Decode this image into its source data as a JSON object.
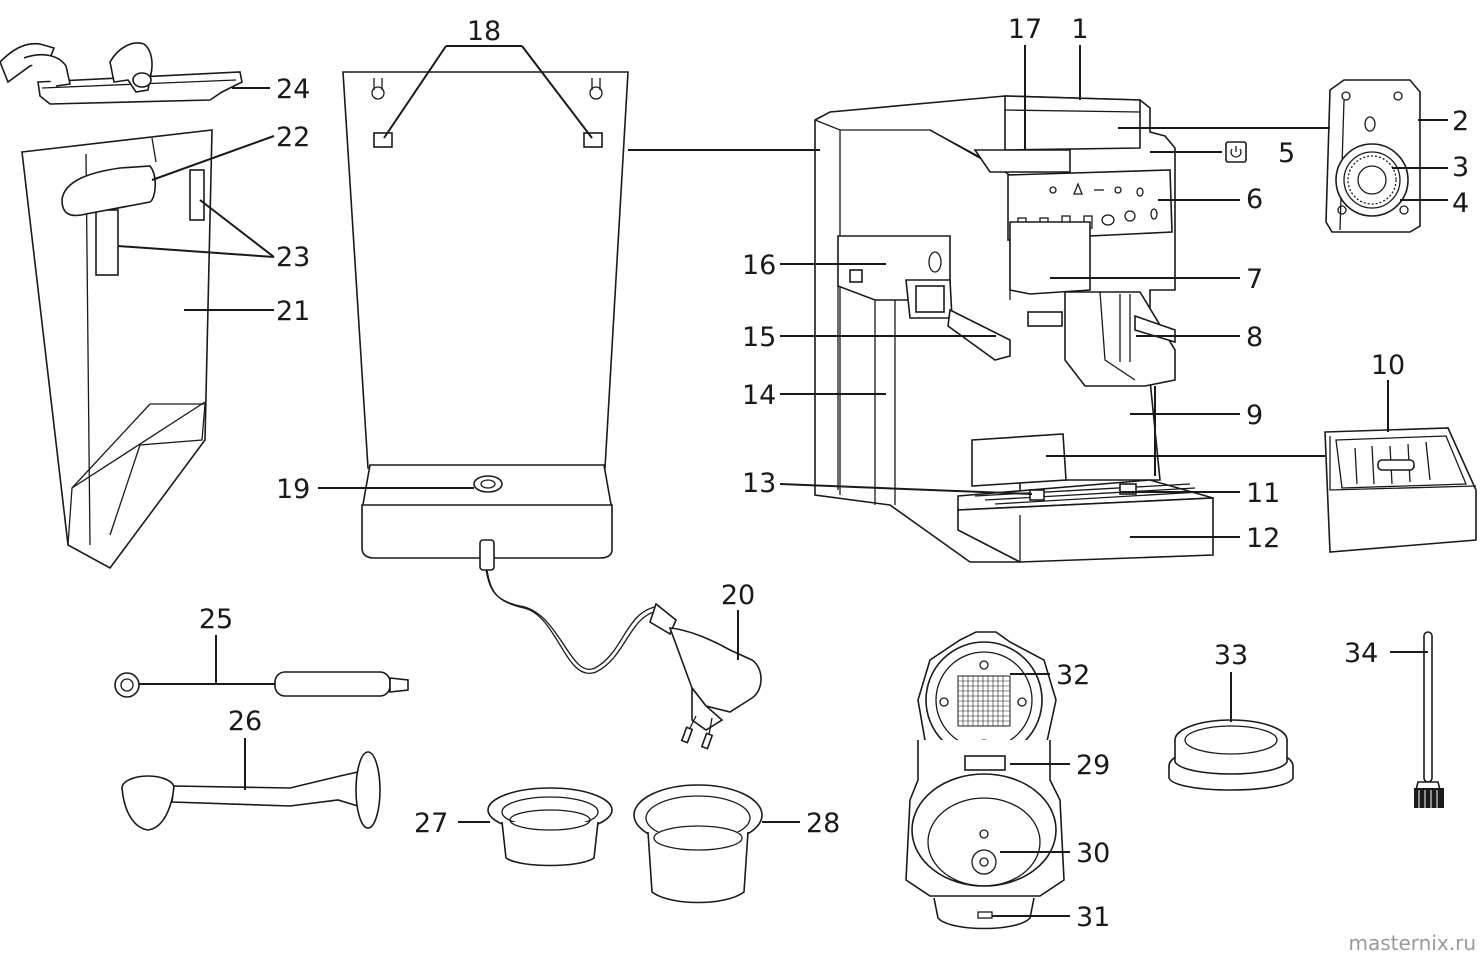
{
  "callouts": {
    "c1": "1",
    "c2": "2",
    "c3": "3",
    "c4": "4",
    "c5": "5",
    "c6": "6",
    "c7": "7",
    "c8": "8",
    "c9": "9",
    "c10": "10",
    "c11": "11",
    "c12": "12",
    "c13": "13",
    "c14": "14",
    "c15": "15",
    "c16": "16",
    "c17": "17",
    "c18": "18",
    "c19": "19",
    "c20": "20",
    "c21": "21",
    "c22": "22",
    "c23": "23",
    "c24": "24",
    "c25": "25",
    "c26": "26",
    "c27": "27",
    "c28": "28",
    "c29": "29",
    "c30": "30",
    "c31": "31",
    "c32": "32",
    "c33": "33",
    "c34": "34"
  },
  "watermark": "masternix.ru"
}
